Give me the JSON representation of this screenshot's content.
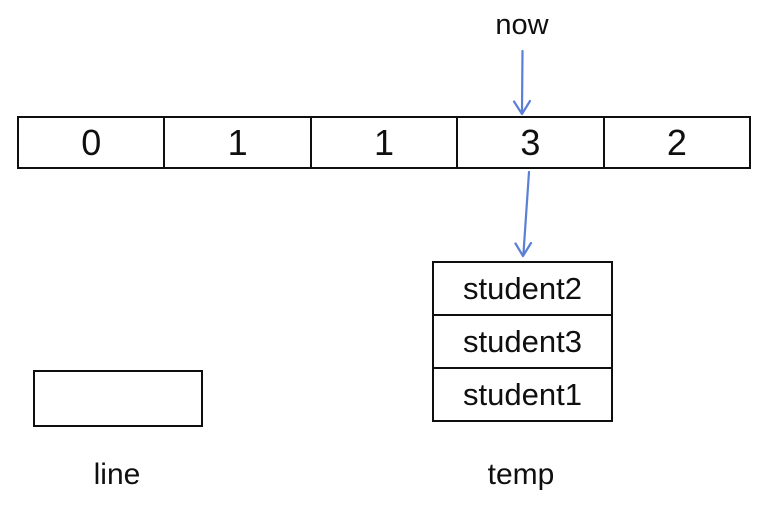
{
  "diagram": {
    "now_label": "now",
    "array": {
      "cells": [
        0,
        1,
        1,
        3,
        2
      ],
      "pointed_index": 3
    },
    "temp_stack": {
      "label": "temp",
      "items": [
        "student2",
        "student3",
        "student1"
      ]
    },
    "line_box": {
      "label": "line",
      "value": ""
    },
    "colors": {
      "arrow": "#5b7fd6",
      "border": "#0f0f0f",
      "text": "#0f0f0f"
    }
  }
}
